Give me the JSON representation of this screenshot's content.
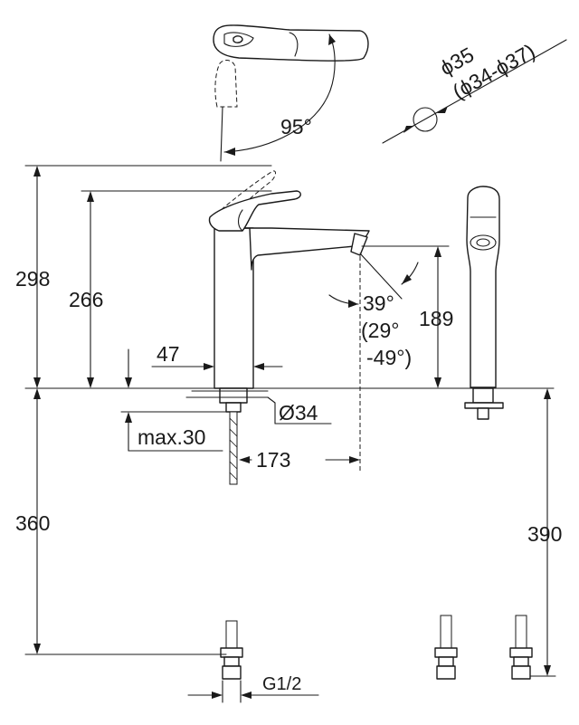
{
  "dimensions": {
    "total_height": "298",
    "spout_height": "266",
    "body_width": "47",
    "outlet_height": "189",
    "hole_diameter": "Ø34",
    "max_thickness": "max.30",
    "projection": "173",
    "below_left": "360",
    "below_right": "390",
    "thread": "G1/2",
    "handle_angle": "95°",
    "spray_angle": "39°",
    "spray_range_a": "(29°",
    "spray_range_b": "-49°)",
    "hole_spec_a": "ϕ35",
    "hole_spec_b": "(ϕ34-ϕ37)"
  }
}
